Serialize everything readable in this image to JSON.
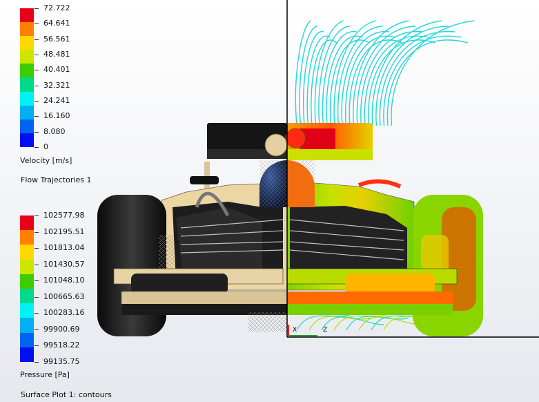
{
  "legend_velocity": {
    "title": "Velocity [m/s]",
    "ticks": [
      "72.722",
      "64.641",
      "56.561",
      "48.481",
      "40.401",
      "32.321",
      "24.241",
      "16.160",
      "8.080",
      "0"
    ],
    "colors": [
      "#e8001a",
      "#ff7f00",
      "#ffd800",
      "#cde600",
      "#3ccc00",
      "#00d98c",
      "#00f2f2",
      "#00b0f2",
      "#0064f0",
      "#0010f0"
    ]
  },
  "flow_trajectories_label": "Flow Trajectories 1",
  "legend_pressure": {
    "title": "Pressure [Pa]",
    "ticks": [
      "102577.98",
      "102195.51",
      "101813.04",
      "101430.57",
      "101048.10",
      "100665.63",
      "100283.16",
      "99900.69",
      "99518.22",
      "99135.75"
    ],
    "colors": [
      "#e8001a",
      "#ff7f00",
      "#ffd800",
      "#cde600",
      "#3ccc00",
      "#00d98c",
      "#00f2f2",
      "#00b0f2",
      "#0064f0",
      "#0010f0"
    ]
  },
  "surface_plot_label": "Surface Plot 1: contours",
  "axis_labels": {
    "x": "X",
    "z": "Z"
  },
  "colors": {
    "car_body": "#f0ddb0",
    "tire": "#1c1c1c",
    "streamline": "#20d8d8",
    "axis_x": "#e02020",
    "axis_z": "#20a020"
  }
}
